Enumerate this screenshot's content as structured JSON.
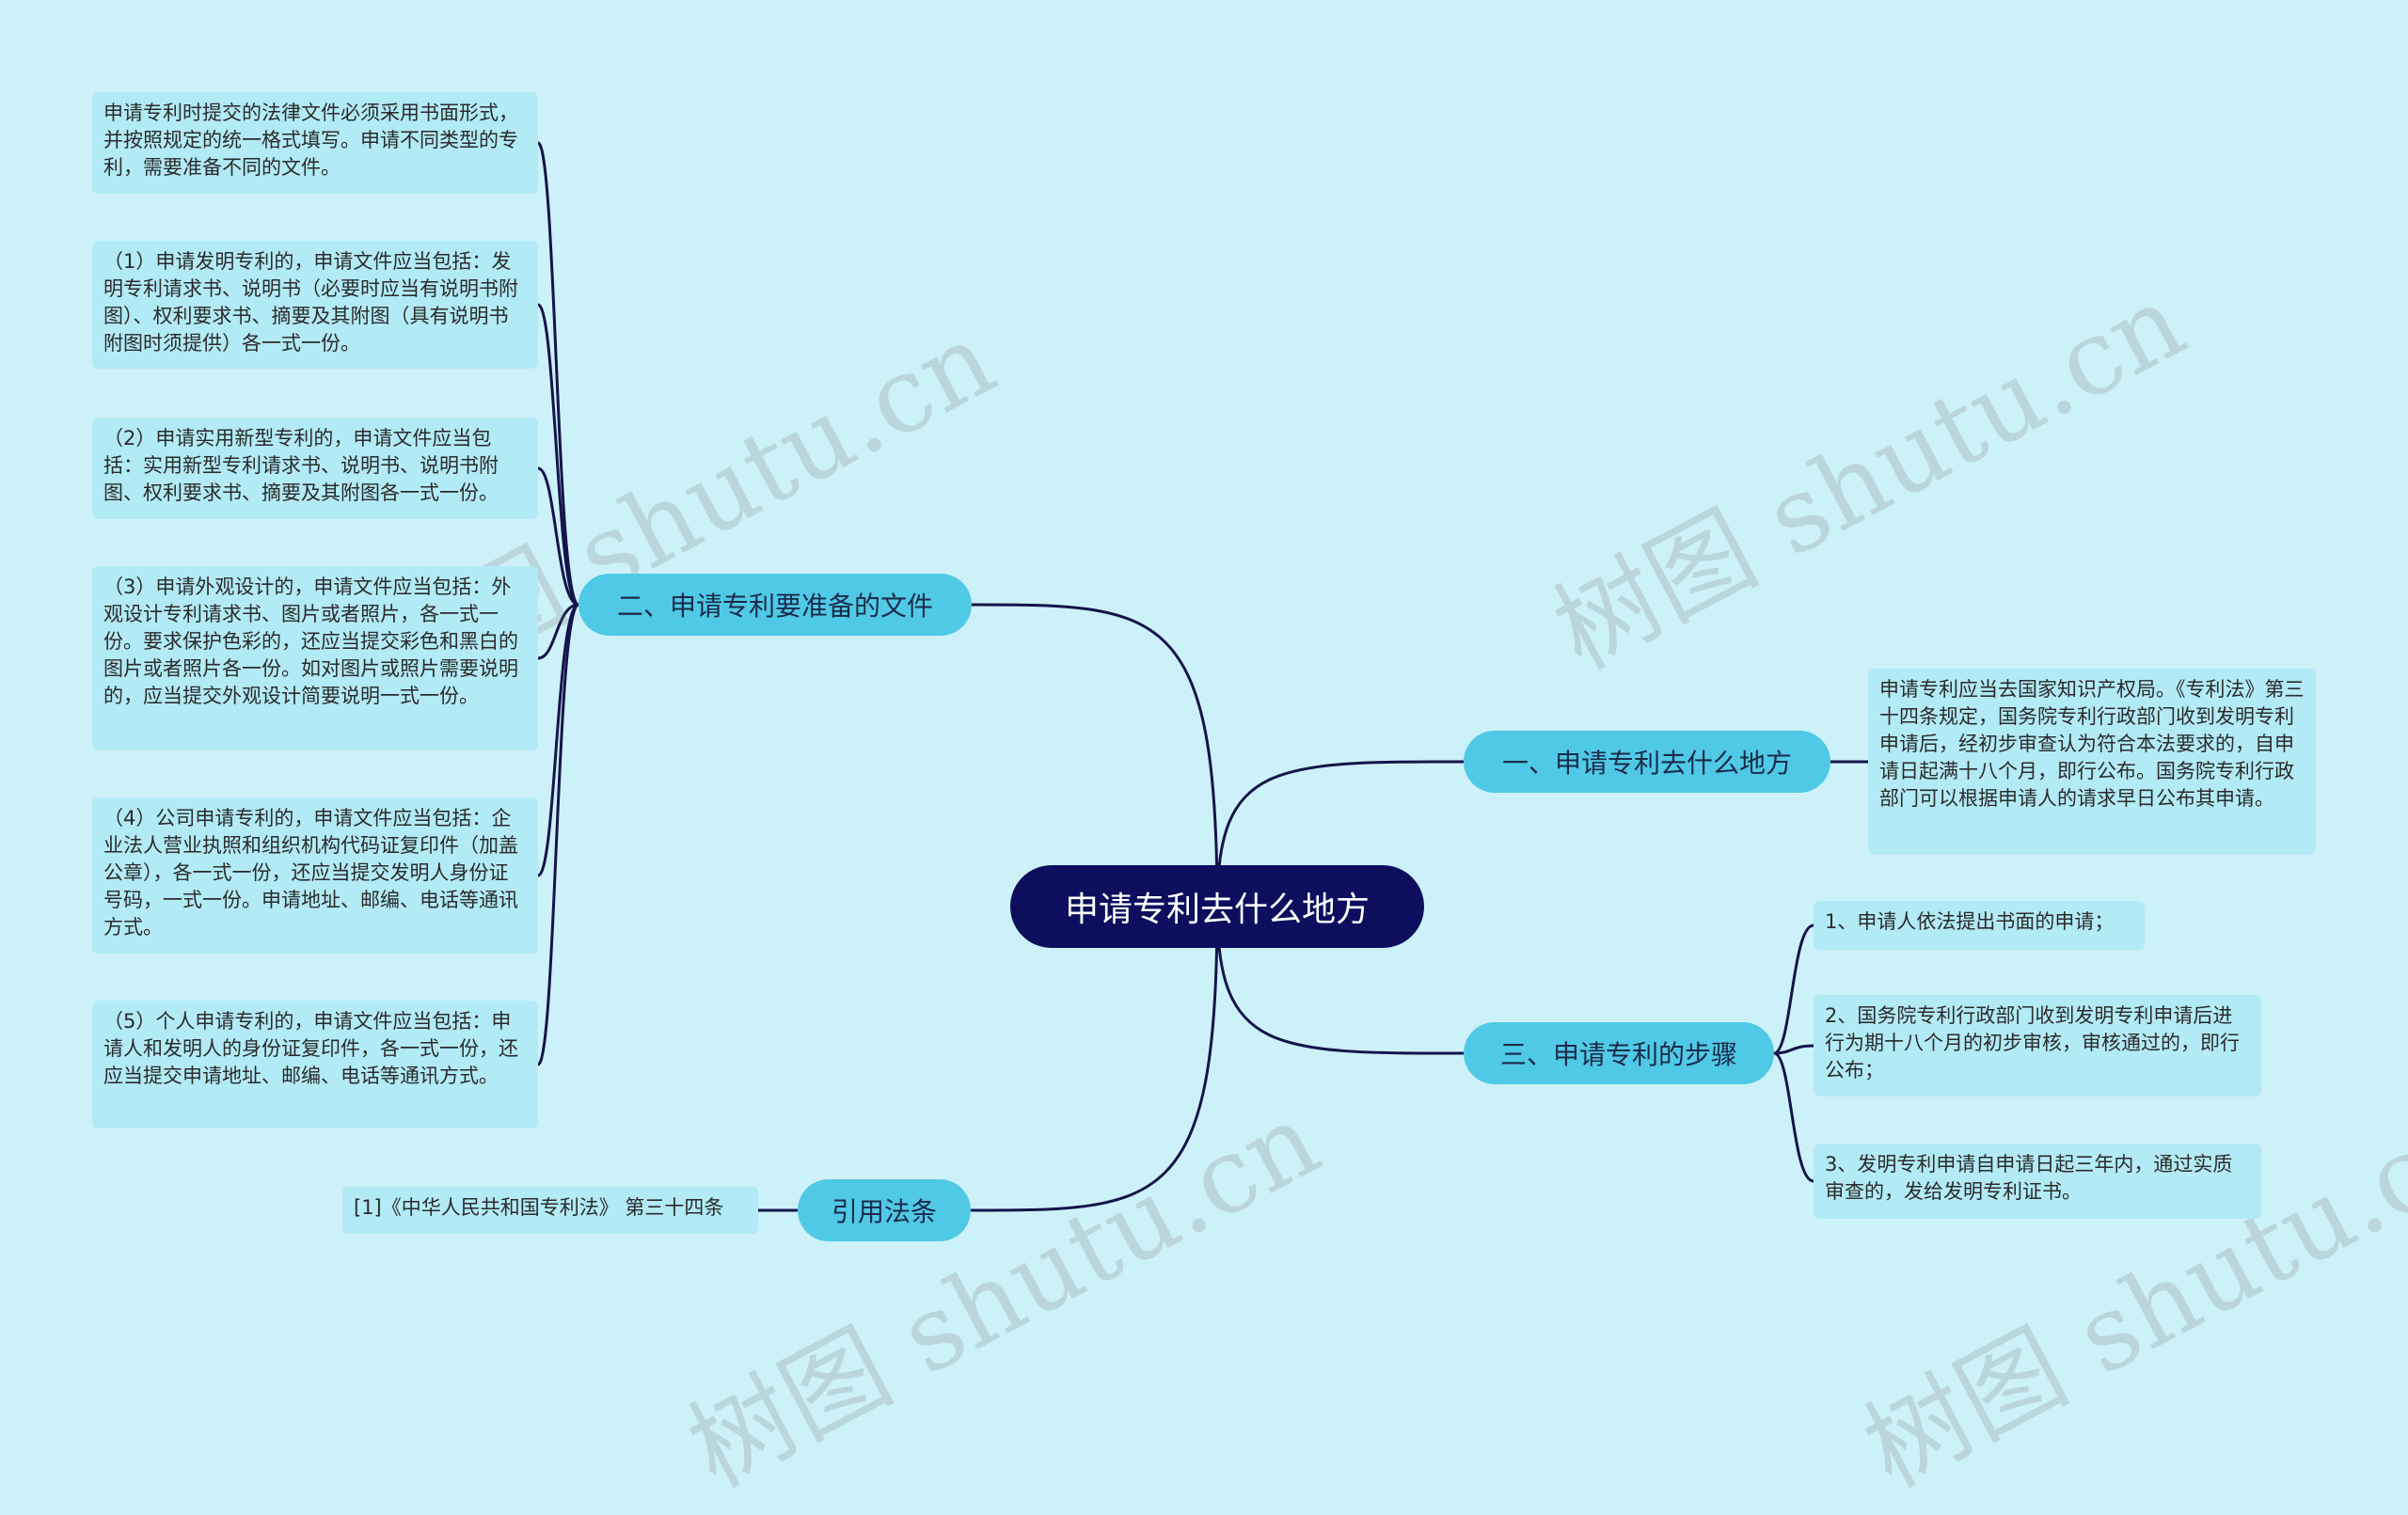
{
  "colors": {
    "background": "#cdf1f8",
    "root_fill": "#0d0f5e",
    "topic_fill": "#4fc9e6",
    "leaf_fill": "#b2eaf5",
    "connector": "#14144a"
  },
  "watermark": "树图 shutu.cn",
  "root": {
    "label": "申请专利去什么地方"
  },
  "branches": {
    "b1": {
      "label": "一、申请专利去什么地方",
      "leaves": [
        "申请专利应当去国家知识产权局。《专利法》第三十四条规定，国务院专利行政部门收到发明专利申请后，经初步审查认为符合本法要求的，自申请日起满十八个月，即行公布。国务院专利行政部门可以根据申请人的请求早日公布其申请。"
      ]
    },
    "b2": {
      "label": "二、申请专利要准备的文件",
      "leaves": [
        "申请专利时提交的法律文件必须采用书面形式，并按照规定的统一格式填写。申请不同类型的专利，需要准备不同的文件。",
        "（1）申请发明专利的，申请文件应当包括：发明专利请求书、说明书（必要时应当有说明书附图）、权利要求书、摘要及其附图（具有说明书附图时须提供）各一式一份。",
        "（2）申请实用新型专利的，申请文件应当包括：实用新型专利请求书、说明书、说明书附图、权利要求书、摘要及其附图各一式一份。",
        "（3）申请外观设计的，申请文件应当包括：外观设计专利请求书、图片或者照片，各一式一份。要求保护色彩的，还应当提交彩色和黑白的图片或者照片各一份。如对图片或照片需要说明的，应当提交外观设计简要说明一式一份。",
        "（4）公司申请专利的，申请文件应当包括：企业法人营业执照和组织机构代码证复印件（加盖公章），各一式一份，还应当提交发明人身份证号码，一式一份。申请地址、邮编、电话等通讯方式。",
        "（5）个人申请专利的，申请文件应当包括：申请人和发明人的身份证复印件，各一式一份，还应当提交申请地址、邮编、电话等通讯方式。"
      ]
    },
    "b3": {
      "label": "三、申请专利的步骤",
      "leaves": [
        "1、申请人依法提出书面的申请；",
        "2、国务院专利行政部门收到发明专利申请后进行为期十八个月的初步审核，审核通过的，即行公布；",
        "3、发明专利申请自申请日起三年内，通过实质审查的，发给发明专利证书。"
      ]
    },
    "b4": {
      "label": "引用法条",
      "leaves": [
        "[1]《中华人民共和国专利法》 第三十四条"
      ]
    }
  }
}
